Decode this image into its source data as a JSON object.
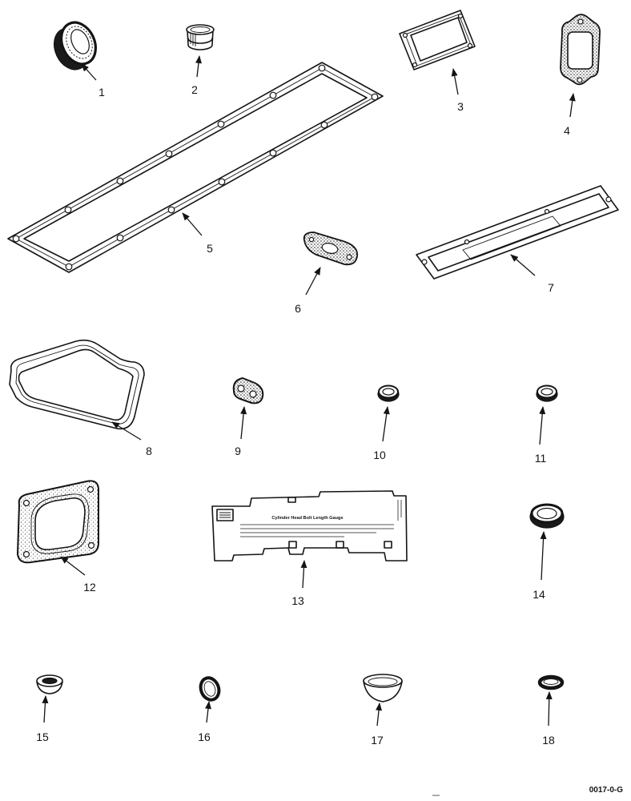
{
  "diagram": {
    "callouts": [
      "1",
      "2",
      "3",
      "4",
      "5",
      "6",
      "7",
      "8",
      "9",
      "10",
      "11",
      "12",
      "13",
      "14",
      "15",
      "16",
      "17",
      "18"
    ],
    "drawing_number": "0017-0-G",
    "gauge": {
      "title": "Cylinder Head Bolt Length Gauge"
    }
  }
}
